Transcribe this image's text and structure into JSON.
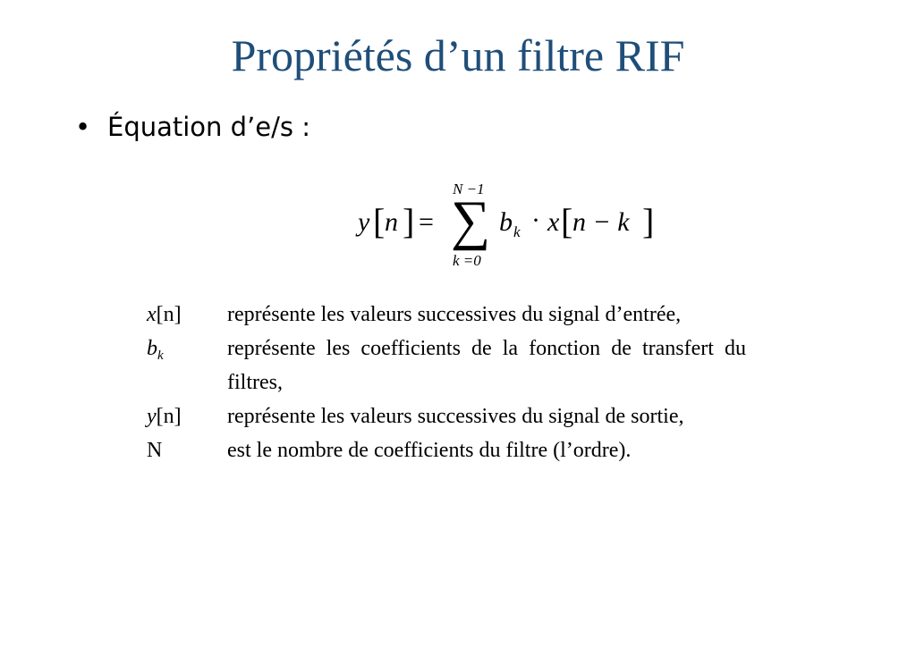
{
  "slide": {
    "title": "Propriétés d’un filtre RIF",
    "bullet": {
      "marker": "•",
      "text": "Équation d’e/s :"
    },
    "equation": {
      "y": "y",
      "n": "n",
      "lbracket": "[",
      "rbracket": "]",
      "equals": "=",
      "sigma": "∑",
      "upper_limit": "N −1",
      "lower_limit": "k =0",
      "b": "b",
      "b_sub": "k",
      "dot": "·",
      "x": "x",
      "inner": "n − k"
    },
    "definitions": [
      {
        "symbol": "x",
        "symbol_suffix": "[n]",
        "text": "représente les valeurs successives du signal d’entrée,"
      },
      {
        "symbol": "b",
        "symbol_sub": "k",
        "text": "représente les coefficients de la fonction de transfert du filtres,"
      },
      {
        "symbol": "y",
        "symbol_suffix": "[n]",
        "text": "représente les valeurs successives du signal de sortie,"
      },
      {
        "symbol": "N",
        "text": "est le nombre de coefficients du filtre (l’ordre)."
      }
    ]
  }
}
